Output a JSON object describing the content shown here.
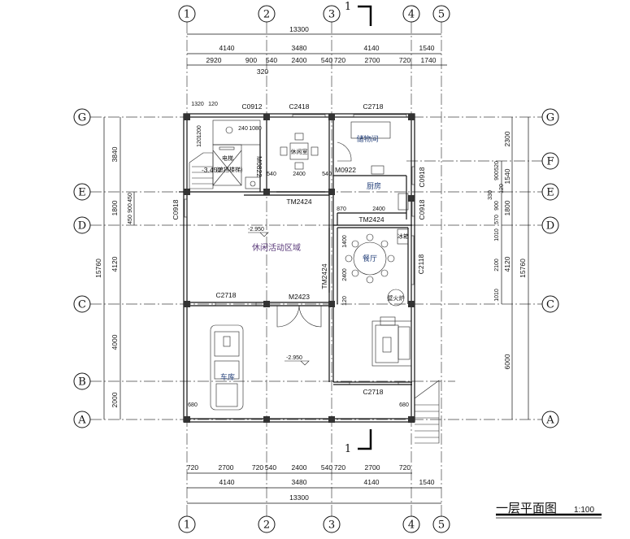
{
  "axes": {
    "columns": [
      "1",
      "2",
      "3",
      "4",
      "5"
    ],
    "rows": [
      "G",
      "F",
      "E",
      "D",
      "C",
      "B",
      "A"
    ]
  },
  "dims": {
    "top": {
      "total": "13300",
      "mid": [
        "4140",
        "3480",
        "4140",
        "1540"
      ],
      "fine": [
        "2920",
        "900",
        "540",
        "2400",
        "540",
        "720",
        "2700",
        "720",
        "1740"
      ],
      "extra": "320"
    },
    "bottom": {
      "total": "13300",
      "mid": [
        "4140",
        "3480",
        "4140",
        "1540"
      ],
      "fine": [
        "720",
        "2700",
        "720",
        "540",
        "2400",
        "540",
        "720",
        "2700",
        "720"
      ]
    },
    "left": {
      "total": "15760",
      "mid": [
        "3840",
        "1800",
        "4120",
        "4000",
        "2000"
      ],
      "fine": [
        "450",
        "900",
        "450"
      ]
    },
    "right": {
      "total": "15760",
      "mid": [
        "2300",
        "1540",
        "1800",
        "4120",
        "6000"
      ],
      "fine": [
        "520",
        "900",
        "330",
        "120",
        "900",
        "570",
        "1010",
        "2100",
        "1010"
      ]
    },
    "interior": [
      "1320",
      "120",
      "240",
      "1080",
      "1200",
      "120",
      "540",
      "2400",
      "540",
      "870",
      "2400",
      "1400",
      "2400",
      "120",
      "680",
      "680"
    ]
  },
  "openings": {
    "top_window_1": "C0912",
    "top_window_2": "C2418",
    "top_window_3": "C2718",
    "kitchen_door": "M0922",
    "left_window": "C0918",
    "kitchen_window_1": "C0918",
    "kitchen_window_2": "C0918",
    "sliding_door_1": "TM2424",
    "sliding_door_2": "TM2424",
    "sliding_door_3": "TM2424",
    "stair_door": "M0822",
    "dining_window": "C2118",
    "garage_window": "C2718",
    "garage_door": "M2423",
    "living_window": "C2718"
  },
  "rooms": {
    "storage": "储物间",
    "kitchen": "厨房",
    "tea_room": "休闲室",
    "elevator": "电梯",
    "stair_note": "(遮挡楼梯)",
    "stair_level": "-3.450",
    "leisure": "休闲活动区域",
    "leisure_level": "-2.950",
    "dining": "餐厅",
    "fridge": "冰箱",
    "fireplace": "壁火炉",
    "garage": "车库",
    "garage_level": "-2.950"
  },
  "section_mark": "1",
  "footer": {
    "title": "一层平面图",
    "scale": "1:100"
  }
}
